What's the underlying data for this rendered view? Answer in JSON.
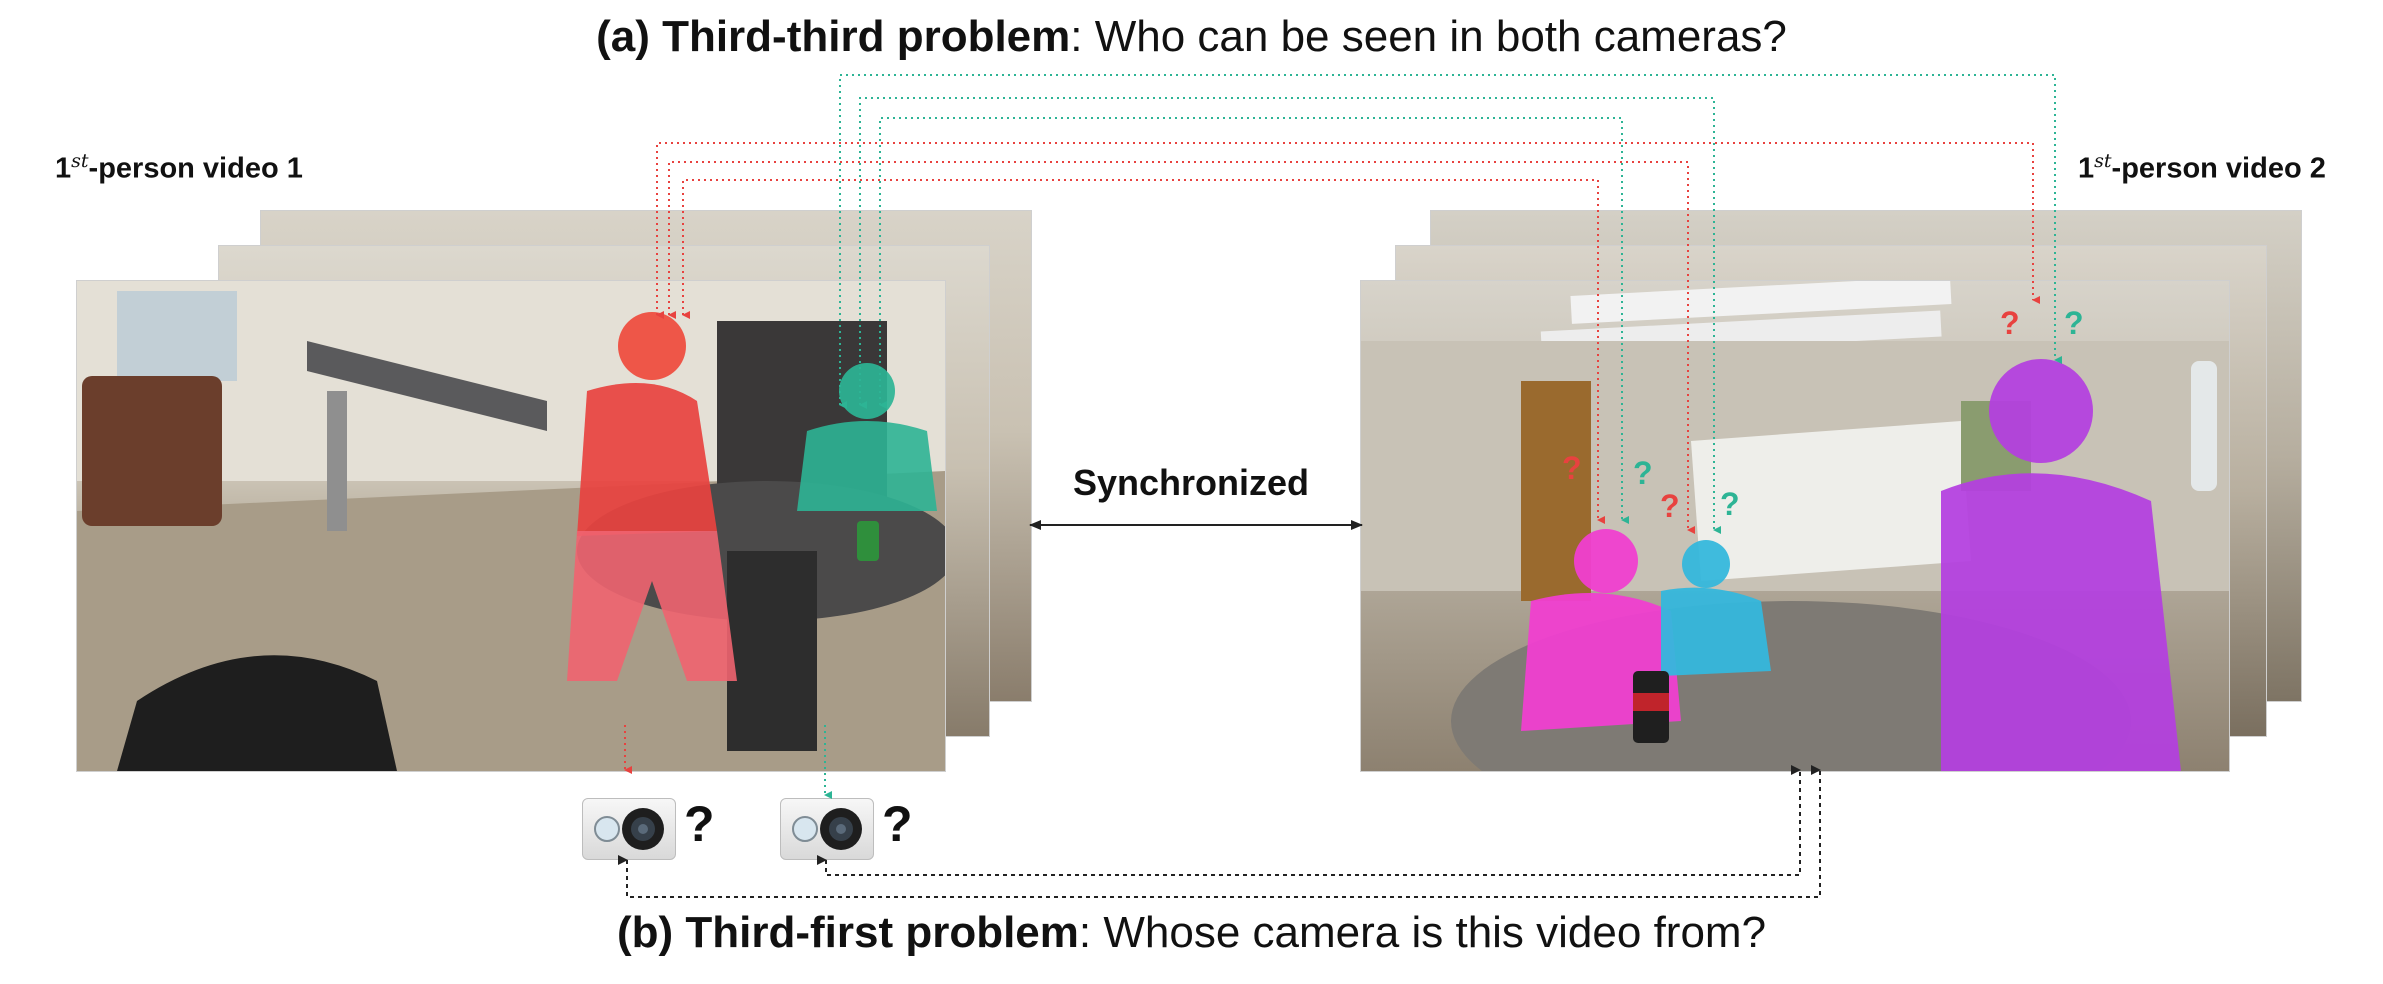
{
  "title_top": {
    "bold": "(a) Third-third problem",
    "rest": ": Who can be seen in both cameras?"
  },
  "title_bottom": {
    "bold": "(b) Third-first problem",
    "rest": ": Whose camera is this video from?"
  },
  "video1": {
    "label_base": "1",
    "label_sup": "st",
    "label_rest": "-person video 1"
  },
  "video2": {
    "label_base": "1",
    "label_sup": "st",
    "label_rest": "-person video 2"
  },
  "sync_label": "Synchronized",
  "question_mark": "?",
  "colors": {
    "red": "#e8423f",
    "teal": "#2db495",
    "magenta": "#f03fd0",
    "cyan": "#35b7dc",
    "purple": "#b43ee0",
    "arrow": "#222222"
  },
  "icons": [
    "camera-icon",
    "question-mark-icon",
    "red-person-mask",
    "green-person-mask",
    "magenta-person-mask",
    "cyan-person-mask",
    "purple-person-mask"
  ]
}
